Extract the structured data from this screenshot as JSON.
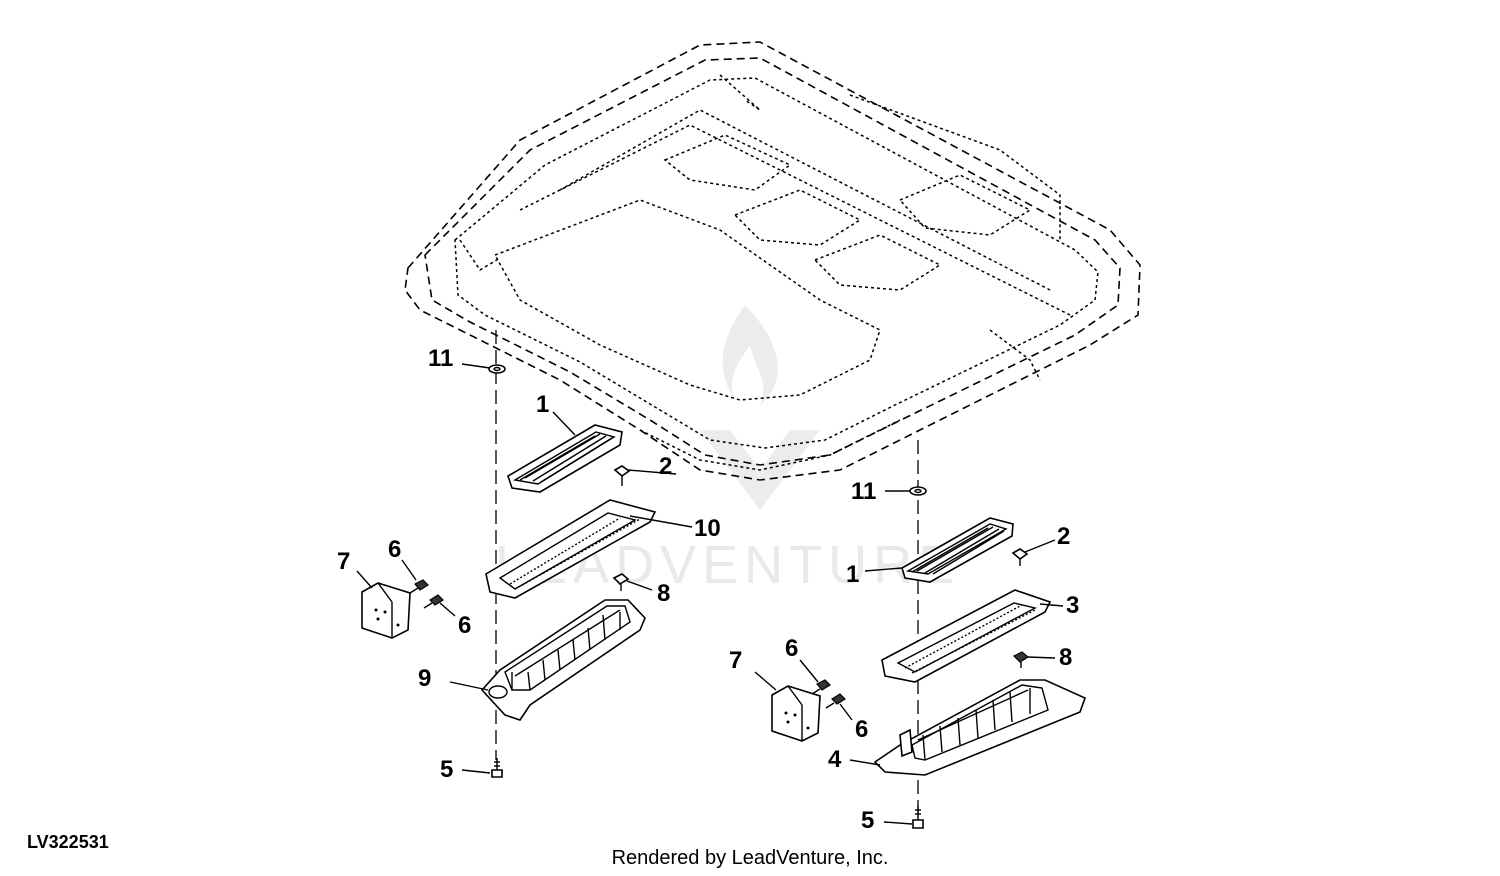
{
  "figure_id": "LV322531",
  "credit": "Rendered by LeadVenture, Inc.",
  "watermark_text": "LEADVENTURE",
  "callouts": {
    "left_11": "11",
    "left_1": "1",
    "left_2": "2",
    "left_10": "10",
    "left_8": "8",
    "left_7": "7",
    "left_6a": "6",
    "left_6b": "6",
    "left_9": "9",
    "left_5": "5",
    "right_11": "11",
    "right_2": "2",
    "right_1": "1",
    "right_3": "3",
    "right_8": "8",
    "right_7": "7",
    "right_6a": "6",
    "right_6b": "6",
    "right_4": "4",
    "right_5": "5"
  }
}
